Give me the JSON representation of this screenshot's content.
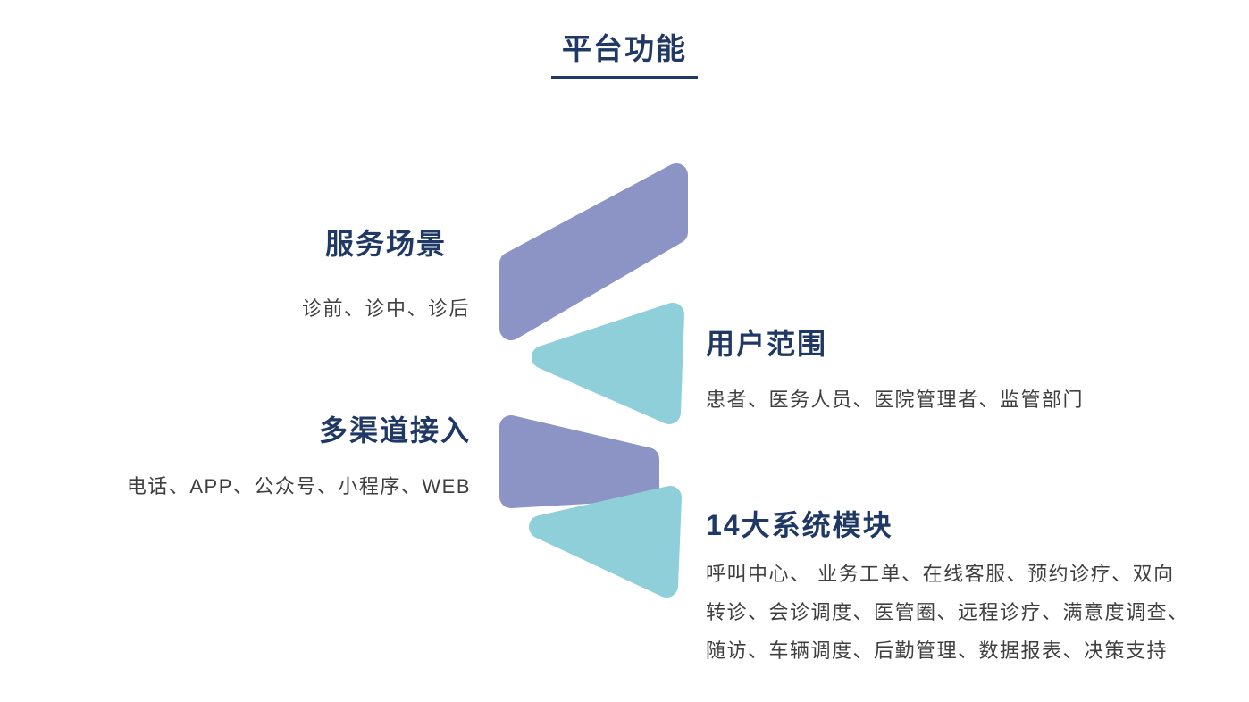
{
  "page": {
    "title": "平台功能"
  },
  "colors": {
    "navy": "#1f3864",
    "purple": "#8b94c5",
    "teal": "#8fcfda",
    "body_text": "#3f3f3f"
  },
  "sections": [
    {
      "id": "service-scenes",
      "side": "left",
      "heading": "服务场景",
      "body": "诊前、诊中、诊后"
    },
    {
      "id": "user-scope",
      "side": "right",
      "heading": "用户范围",
      "body": "患者、医务人员、医院管理者、监管部门"
    },
    {
      "id": "multi-channel",
      "side": "left",
      "heading": "多渠道接入",
      "body": "电话、APP、公众号、小程序、WEB"
    },
    {
      "id": "system-modules",
      "side": "right",
      "heading": "14大系统模块",
      "body": "呼叫中心、 业务工单、在线客服、预约诊疗、双向转诊、会诊调度、医管圈、远程诊疗、满意度调查、随访、车辆调度、后勤管理、数据报表、决策支持"
    }
  ],
  "graphic": {
    "shapes": [
      {
        "name": "ribbon-1",
        "color_key": "purple"
      },
      {
        "name": "ribbon-2",
        "color_key": "teal"
      },
      {
        "name": "ribbon-3",
        "color_key": "purple"
      },
      {
        "name": "ribbon-4",
        "color_key": "teal"
      }
    ]
  }
}
